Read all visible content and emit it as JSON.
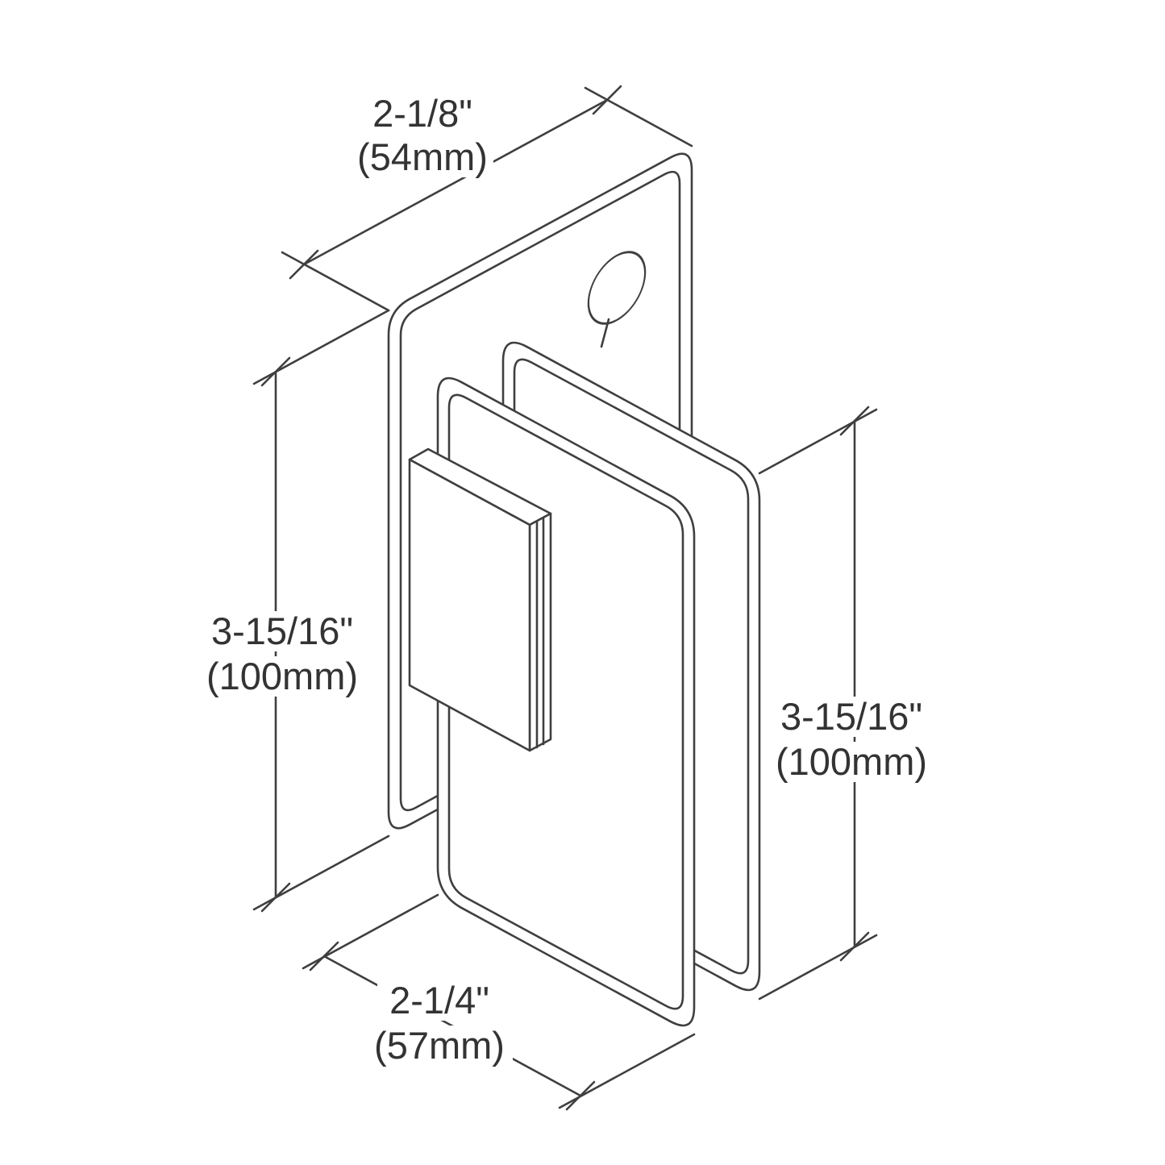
{
  "diagram": {
    "dimensions": {
      "top": {
        "inches": "2-1/8\"",
        "mm": "(54mm)"
      },
      "left": {
        "inches": "3-15/16\"",
        "mm": "(100mm)"
      },
      "right": {
        "inches": "3-15/16\"",
        "mm": "(100mm)"
      },
      "bottom": {
        "inches": "2-1/4\"",
        "mm": "(57mm)"
      }
    },
    "colors": {
      "line": "#3f3f3f",
      "text": "#333333",
      "background": "#ffffff"
    }
  }
}
